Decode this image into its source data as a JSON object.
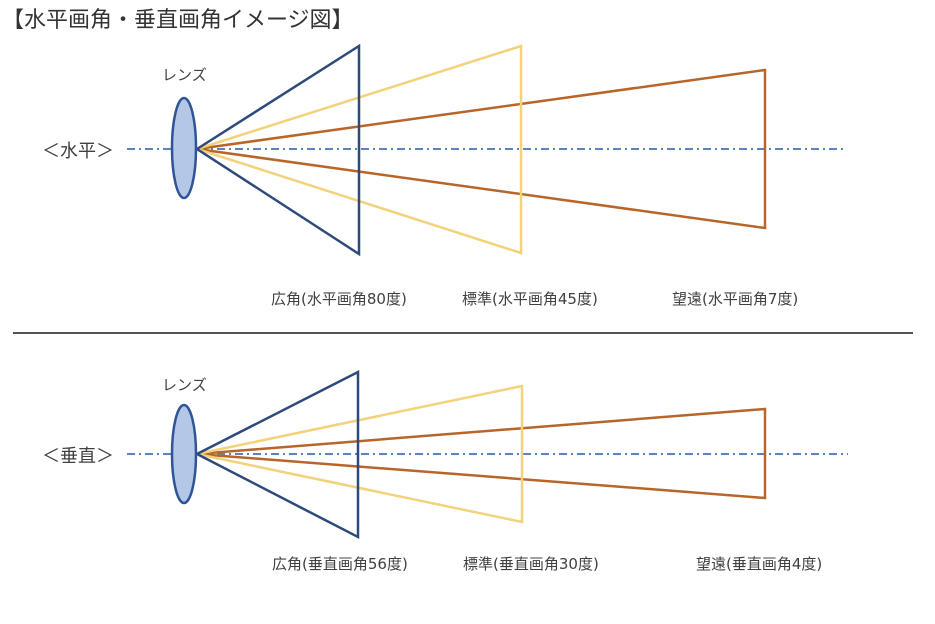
{
  "title": "【水平画角・垂直画角イメージ図】",
  "colors": {
    "wide": "#2E4A7A",
    "standard": "#F2D27A",
    "tele": "#B8652A",
    "axis_line": "#5B82C0",
    "lens_fill": "#B4C7E7",
    "lens_stroke": "#2F5597",
    "divider": "#555555"
  },
  "horizontal": {
    "axis_label": "＜水平＞",
    "lens_label": "レンズ",
    "captions": {
      "wide": "広角(水平画角80度)",
      "standard": "標準(水平画角45度)",
      "tele": "望遠(水平画角7度)"
    }
  },
  "vertical": {
    "axis_label": "＜垂直＞",
    "lens_label": "レンズ",
    "captions": {
      "wide": "広角(垂直画角56度)",
      "standard": "標準(垂直画角30度)",
      "tele": "望遠(垂直画角4度)"
    }
  }
}
